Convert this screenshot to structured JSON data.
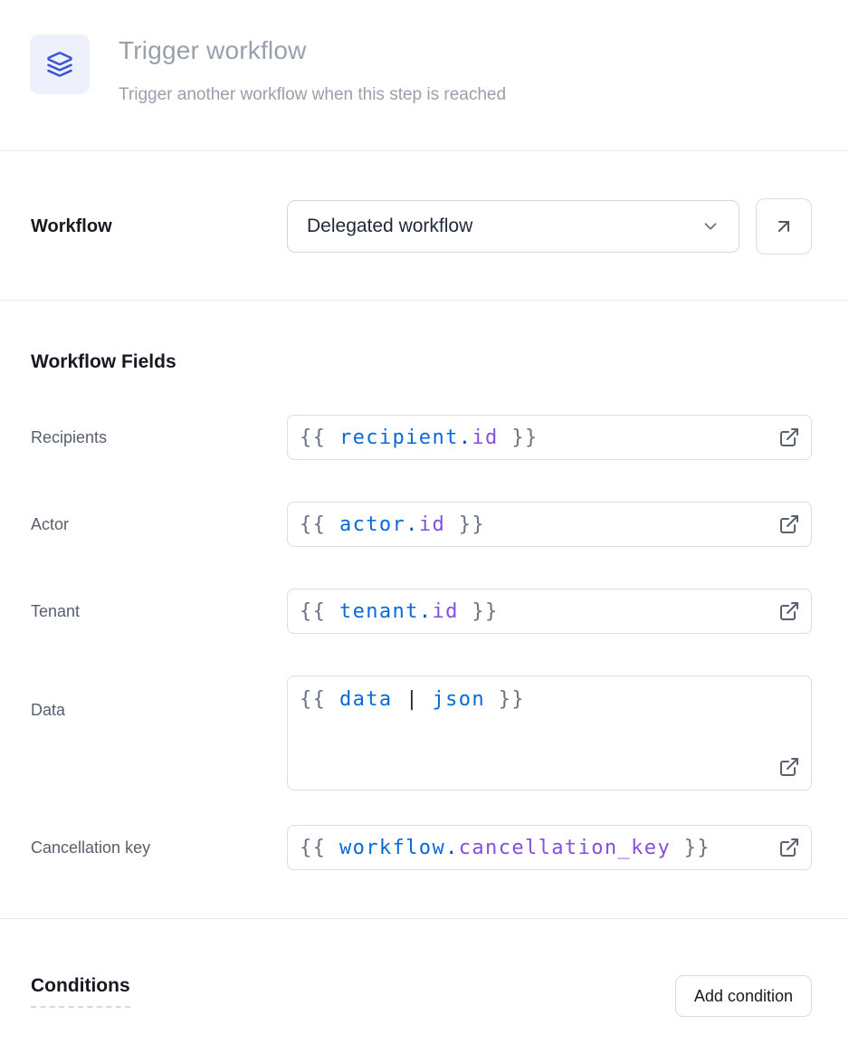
{
  "header": {
    "title": "Trigger workflow",
    "subtitle": "Trigger another workflow when this step is reached",
    "icon": "layers-icon"
  },
  "workflow_select": {
    "label": "Workflow",
    "value": "Delegated workflow",
    "chevron_icon": "chevron-down-icon",
    "open_button_icon": "arrow-up-right-icon"
  },
  "fields_section": {
    "heading": "Workflow Fields",
    "fields": [
      {
        "label": "Recipients",
        "value": "{{ recipient.id }}",
        "multiline": false,
        "tokens": [
          [
            "{{ ",
            "brace"
          ],
          [
            "recipient",
            "var"
          ],
          [
            ".",
            "dot"
          ],
          [
            "id",
            "prop"
          ],
          [
            " }}",
            "brace"
          ]
        ]
      },
      {
        "label": "Actor",
        "value": "{{ actor.id }}",
        "multiline": false,
        "tokens": [
          [
            "{{ ",
            "brace"
          ],
          [
            "actor",
            "var"
          ],
          [
            ".",
            "dot"
          ],
          [
            "id",
            "prop"
          ],
          [
            " }}",
            "brace"
          ]
        ]
      },
      {
        "label": "Tenant",
        "value": "{{ tenant.id }}",
        "multiline": false,
        "tokens": [
          [
            "{{ ",
            "brace"
          ],
          [
            "tenant",
            "var"
          ],
          [
            ".",
            "dot"
          ],
          [
            "id",
            "prop"
          ],
          [
            " }}",
            "brace"
          ]
        ]
      },
      {
        "label": "Data",
        "value": "{{ data | json }}",
        "multiline": true,
        "tokens": [
          [
            "{{ ",
            "brace"
          ],
          [
            "data",
            "var"
          ],
          [
            " ",
            "plain"
          ],
          [
            "|",
            "pipe"
          ],
          [
            " ",
            "plain"
          ],
          [
            "json",
            "var"
          ],
          [
            " }}",
            "brace"
          ]
        ]
      },
      {
        "label": "Cancellation key",
        "value": "{{ workflow.cancellation_key }}",
        "multiline": false,
        "tokens": [
          [
            "{{ ",
            "brace"
          ],
          [
            "workflow",
            "var"
          ],
          [
            ".",
            "dot"
          ],
          [
            "cancellation_key",
            "prop"
          ],
          [
            " }}",
            "brace"
          ]
        ]
      }
    ],
    "external_link_icon": "external-link-icon"
  },
  "conditions": {
    "heading": "Conditions",
    "add_button_label": "Add condition"
  },
  "colors": {
    "accent_blue": "#3B52DB",
    "icon_box_bg": "#EEF1FB",
    "token_brace": "#6B7280",
    "token_variable": "#0969DA",
    "token_dot": "#0550AE",
    "token_property": "#8250DF",
    "token_pipe": "#24292F"
  }
}
